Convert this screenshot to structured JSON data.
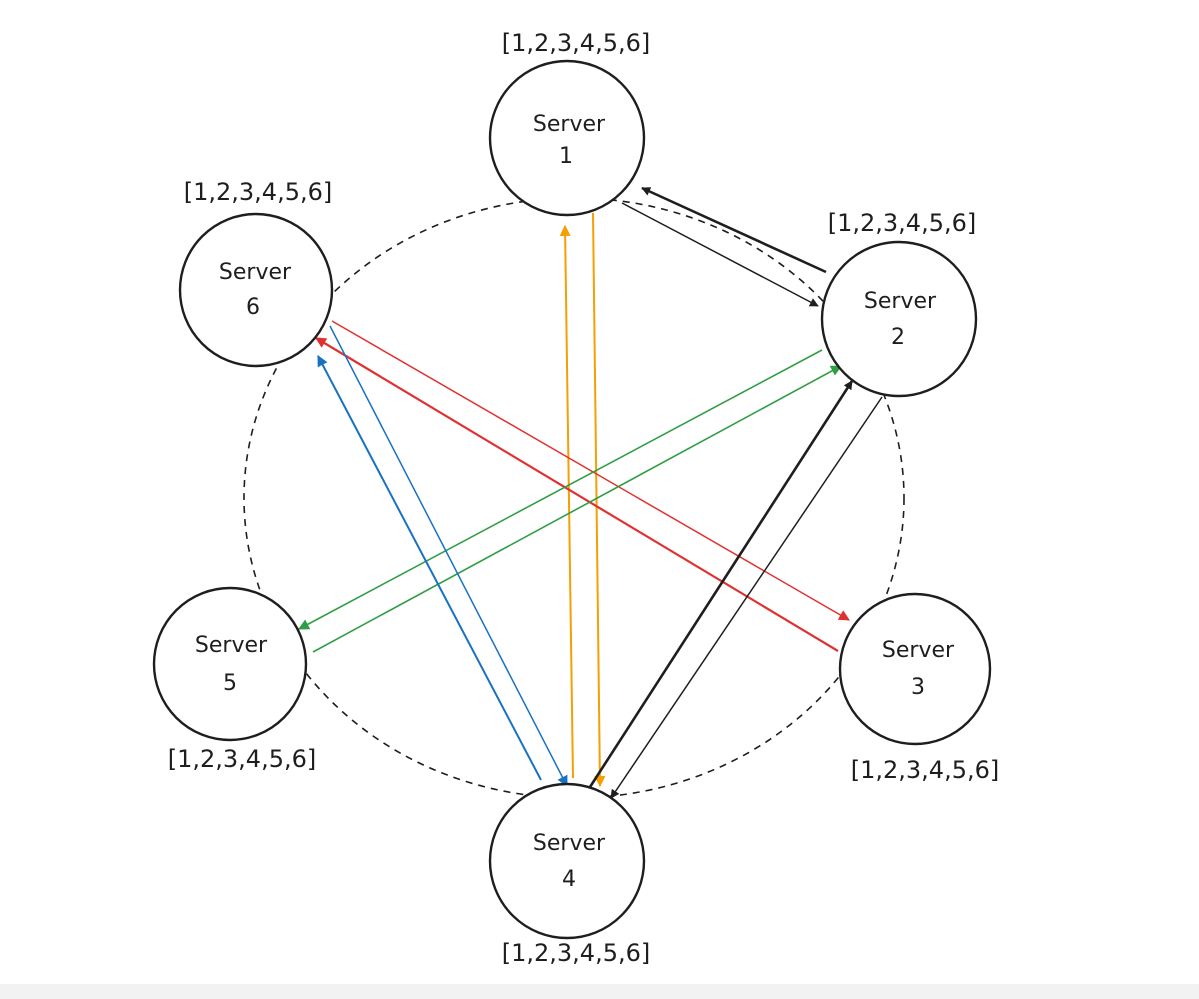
{
  "colors": {
    "ink": "#1e1e1e",
    "orange": "#f59f00",
    "red": "#e03131",
    "green": "#2f9e44",
    "blue": "#1971c2",
    "background": "#ffffff"
  },
  "servers": [
    {
      "id": "server-1",
      "name": "Server",
      "number": "1",
      "list": "[1,2,3,4,5,6]"
    },
    {
      "id": "server-2",
      "name": "Server",
      "number": "2",
      "list": "[1,2,3,4,5,6]"
    },
    {
      "id": "server-3",
      "name": "Server",
      "number": "3",
      "list": "[1,2,3,4,5,6]"
    },
    {
      "id": "server-4",
      "name": "Server",
      "number": "4",
      "list": "[1,2,3,4,5,6]"
    },
    {
      "id": "server-5",
      "name": "Server",
      "number": "5",
      "list": "[1,2,3,4,5,6]"
    },
    {
      "id": "server-6",
      "name": "Server",
      "number": "6",
      "list": "[1,2,3,4,5,6]"
    }
  ],
  "connections": [
    {
      "from": "server-2",
      "to": "server-1",
      "color": "ink"
    },
    {
      "from": "server-1",
      "to": "server-2",
      "color": "ink"
    },
    {
      "from": "server-4",
      "to": "server-1",
      "color": "orange"
    },
    {
      "from": "server-1",
      "to": "server-4",
      "color": "orange"
    },
    {
      "from": "server-6",
      "to": "server-3",
      "color": "red"
    },
    {
      "from": "server-3",
      "to": "server-6",
      "color": "red"
    },
    {
      "from": "server-2",
      "to": "server-5",
      "color": "green"
    },
    {
      "from": "server-5",
      "to": "server-2",
      "color": "green"
    },
    {
      "from": "server-4",
      "to": "server-6",
      "color": "blue"
    },
    {
      "from": "server-6",
      "to": "server-4",
      "color": "blue"
    },
    {
      "from": "server-4",
      "to": "server-2",
      "color": "ink"
    },
    {
      "from": "server-2",
      "to": "server-4",
      "color": "ink"
    }
  ]
}
